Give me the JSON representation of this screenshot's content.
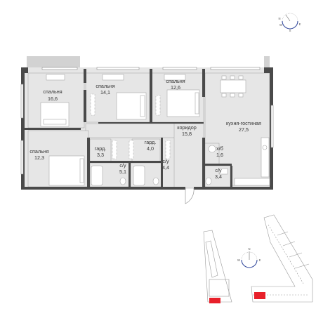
{
  "colors": {
    "wall": "#4a4a4a",
    "floor": "#e6e6e6",
    "balcony": "#d2d2d2",
    "line": "#8a8a8a",
    "furniture": "#a8a8a8",
    "highlight": "#e8202a",
    "accent": "#3a4fa0"
  },
  "rooms": [
    {
      "name": "спальня",
      "area": "16,6"
    },
    {
      "name": "спальня",
      "area": "14,1"
    },
    {
      "name": "спальня",
      "area": "12,6"
    },
    {
      "name": "коридор",
      "area": "15,8"
    },
    {
      "name": "кухня-гостиная",
      "area": "27,5"
    },
    {
      "name": "спальня",
      "area": "12,3"
    },
    {
      "name": "гард.",
      "area": "3,3"
    },
    {
      "name": "гард.",
      "area": "4,0"
    },
    {
      "name": "с/у",
      "area": "5,1"
    },
    {
      "name": "с/у",
      "area": "4,4"
    },
    {
      "name": "х/б",
      "area": "1,6"
    },
    {
      "name": "с/у",
      "area": "3,4"
    }
  ],
  "compass": {
    "letters": {
      "n": "N",
      "w": "W",
      "e": "E",
      "s": "S"
    }
  },
  "site_plan": {
    "highlighted_unit": "selected-apartment"
  }
}
